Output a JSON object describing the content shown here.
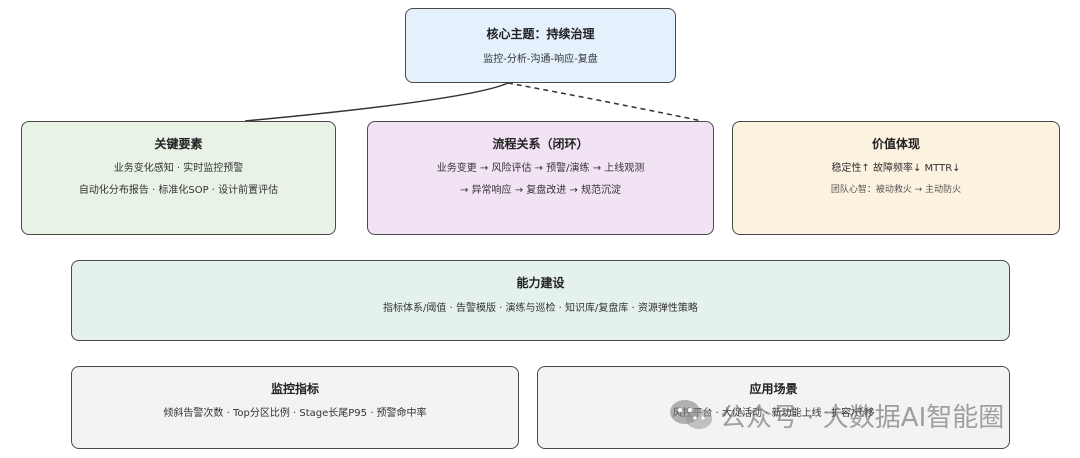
{
  "core": {
    "title": "核心主题：持续治理",
    "subtitle": "监控-分析-沟通-响应-复盘"
  },
  "key_elements": {
    "title": "关键要素",
    "line1": "业务变化感知 · 实时监控预警",
    "line2": "自动化分布报告 · 标准化SOP · 设计前置评估"
  },
  "process": {
    "title": "流程关系（闭环）",
    "line1": "业务变更 → 风险评估 → 预警/演练 → 上线观测",
    "line2": "→ 异常响应 → 复盘改进 → 规范沉淀"
  },
  "value": {
    "title": "价值体现",
    "line1": "稳定性↑ 故障频率↓ MTTR↓",
    "line2": "团队心智：被动救火 → 主动防火"
  },
  "capability": {
    "title": "能力建设",
    "line1": "指标体系/阈值 · 告警模版 · 演练与巡检 · 知识库/复盘库 · 资源弹性策略"
  },
  "metrics": {
    "title": "监控指标",
    "line1": "倾斜告警次数 · Top分区比例 · Stage长尾P95 · 预警命中率"
  },
  "scenarios": {
    "title": "应用场景",
    "line1": "风控平台 · 大促活动 · 新功能上线 · 扩容/迁移"
  },
  "watermark": {
    "text": "公众号 · 大数据AI智能圈"
  }
}
